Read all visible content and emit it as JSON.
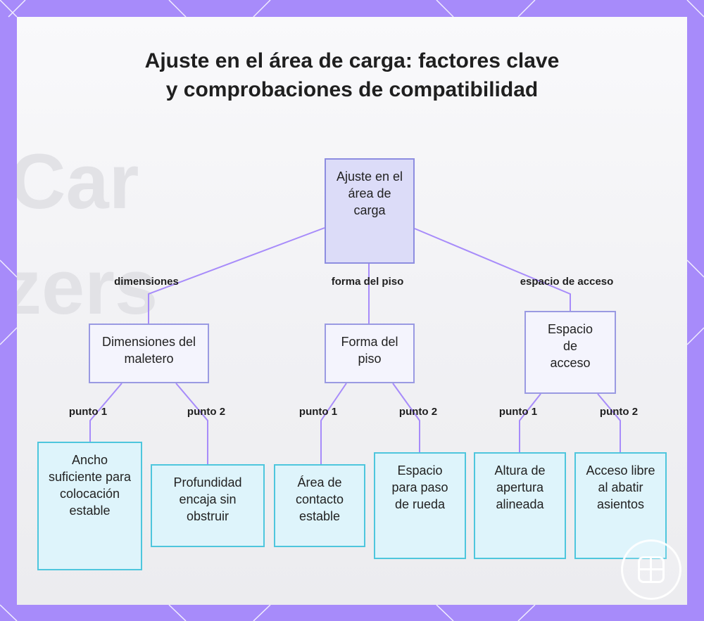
{
  "title": "Ajuste en el área de carga: factores clave y comprobaciones de compatibilidad",
  "root": {
    "label": "Ajuste en el área de carga"
  },
  "edges_top": [
    {
      "label": "dimensiones"
    },
    {
      "label": "forma del piso"
    },
    {
      "label": "espacio de acceso"
    }
  ],
  "mid_nodes": [
    {
      "label": "Dimensiones del maletero"
    },
    {
      "label": "Forma del piso"
    },
    {
      "label": "Espacio de acceso"
    }
  ],
  "edges_bottom": [
    {
      "label": "punto 1"
    },
    {
      "label": "punto 2"
    },
    {
      "label": "punto 1"
    },
    {
      "label": "punto 2"
    },
    {
      "label": "punto 1"
    },
    {
      "label": "punto 2"
    }
  ],
  "leaf_nodes": [
    {
      "label": "Ancho suficiente para colocación estable"
    },
    {
      "label": "Profundidad encaja sin obstruir"
    },
    {
      "label": "Área de contacto estable"
    },
    {
      "label": "Espacio para paso de rueda"
    },
    {
      "label": "Altura de apertura alineada"
    },
    {
      "label": "Acceso libre al abatir asientos"
    }
  ],
  "colors": {
    "frame": "#a78bfa",
    "connector": "#a78bfa",
    "root_fill": "#dcdcf8",
    "mid_fill": "#f4f4fd",
    "leaf_fill": "#def4fb",
    "leaf_border": "#4ec6dd"
  }
}
